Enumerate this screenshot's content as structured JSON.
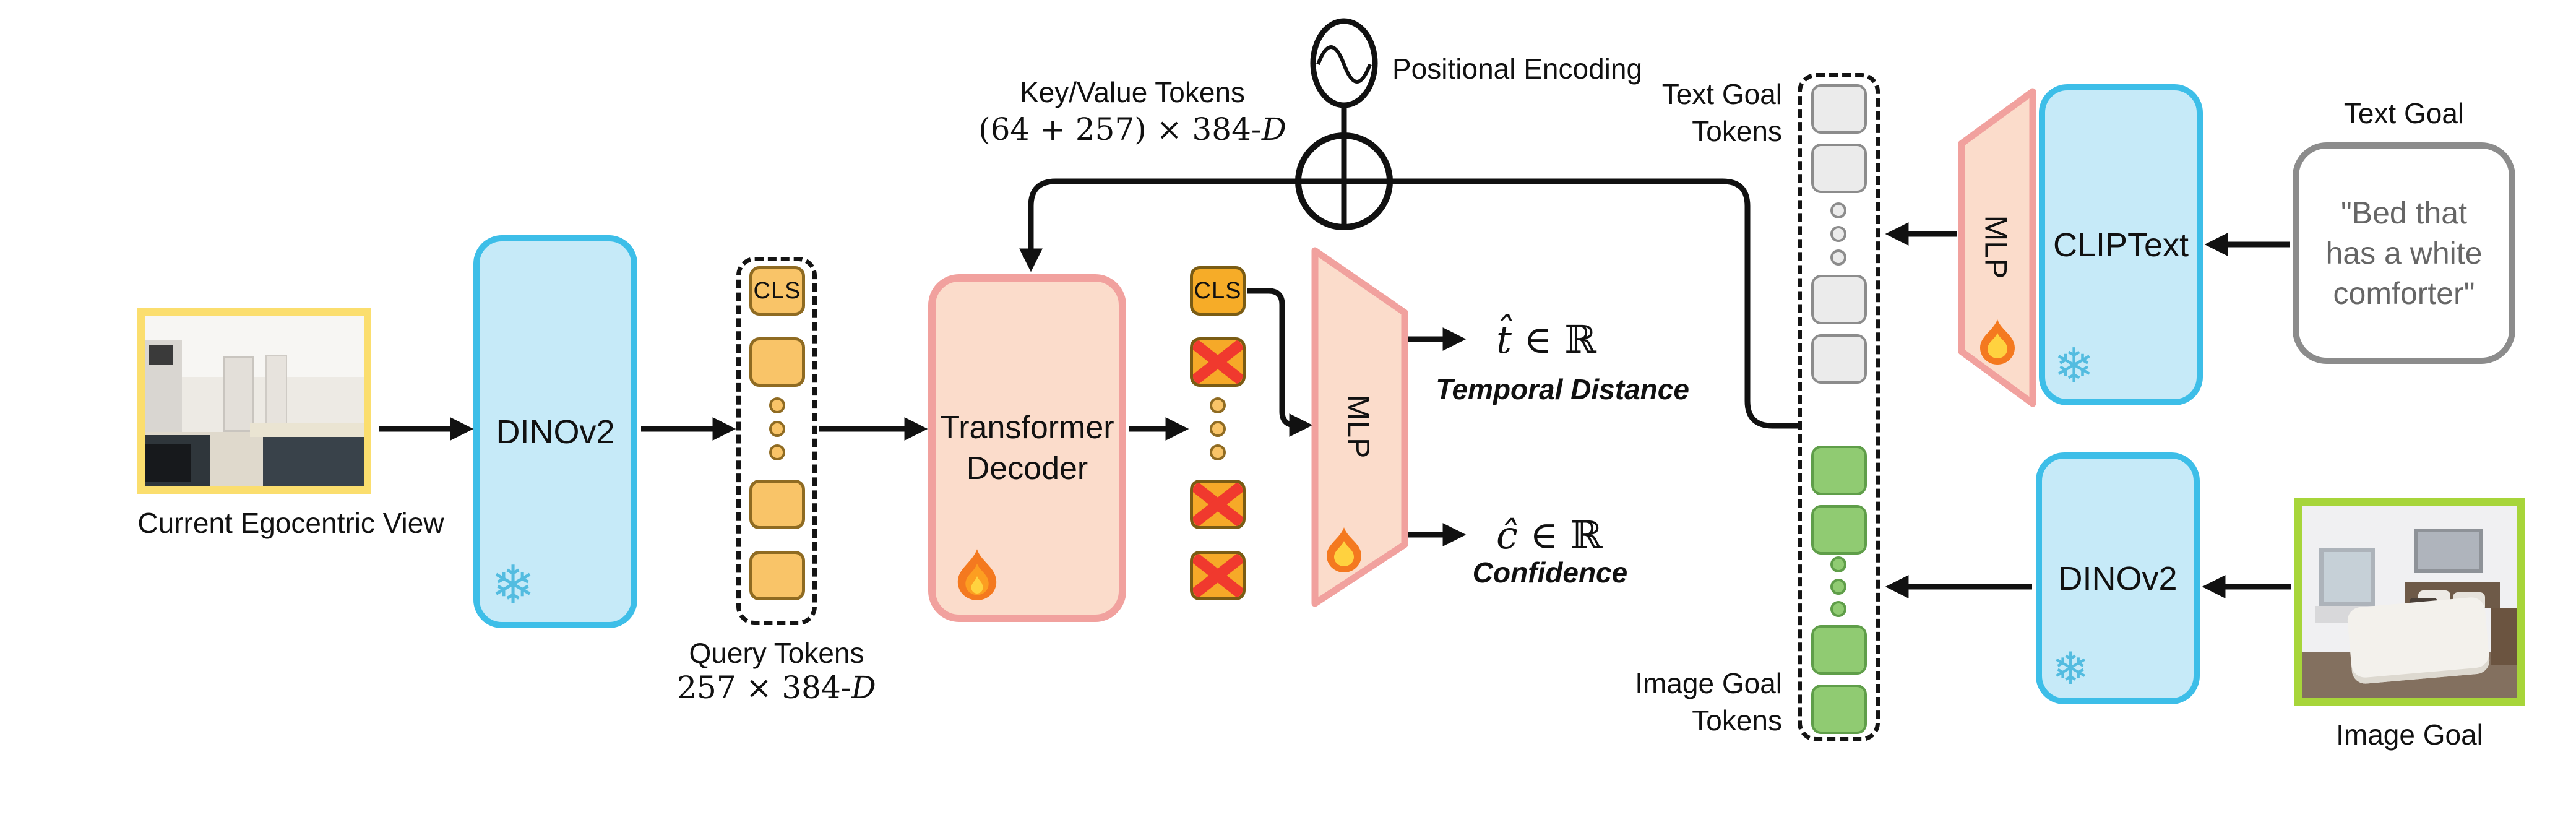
{
  "labels": {
    "current_view": "Current Egocentric View"
  },
  "nodes": {
    "dino_left": "DINOv2"
  },
  "query": {
    "cls": "CLS",
    "title": "Query Tokens",
    "dims_prefix": "257 × 384-",
    "dims_var": "D"
  },
  "kv": {
    "title": "Key/Value Tokens",
    "dims_prefix": "(64 + 257) × 384-",
    "dims_var": "D"
  },
  "pos_enc": "Positional Encoding",
  "decoder": {
    "line1": "Transformer",
    "line2": "Decoder"
  },
  "output": {
    "cls": "CLS",
    "mlp": "MLP",
    "temporal": {
      "var": "t̂",
      "rest": " ∈ ℝ",
      "caption": "Temporal Distance"
    },
    "confidence": {
      "var": "ĉ",
      "rest": " ∈ ℝ",
      "caption": "Confidence"
    }
  },
  "goal_column": {
    "text_line1": "Text Goal",
    "text_line2": "Tokens",
    "image_line1": "Image Goal",
    "image_line2": "Tokens"
  },
  "right": {
    "mlp": "MLP",
    "cliptext": "CLIPText",
    "dino": "DINOv2",
    "text_goal_title": "Text Goal",
    "text_goal_quote": "\"Bed that has a white comforter\"",
    "image_goal_label": "Image Goal"
  },
  "colors": {
    "frozen_box_fill": "#C6EAF8",
    "frozen_box_border": "#3DBEE8",
    "trainable_fill": "#FBDCCB",
    "trainable_border": "#F1A19E",
    "query_token": "#F9C468",
    "masked_token": "#F6A928",
    "mask_cross": "#F0392E",
    "text_token": "#EBEBEB",
    "image_token": "#90CB72",
    "ego_frame": "#FBDE6E",
    "goal_frame": "#A7D53A",
    "snowflake": "#53BCE0",
    "wire": "#111111"
  }
}
